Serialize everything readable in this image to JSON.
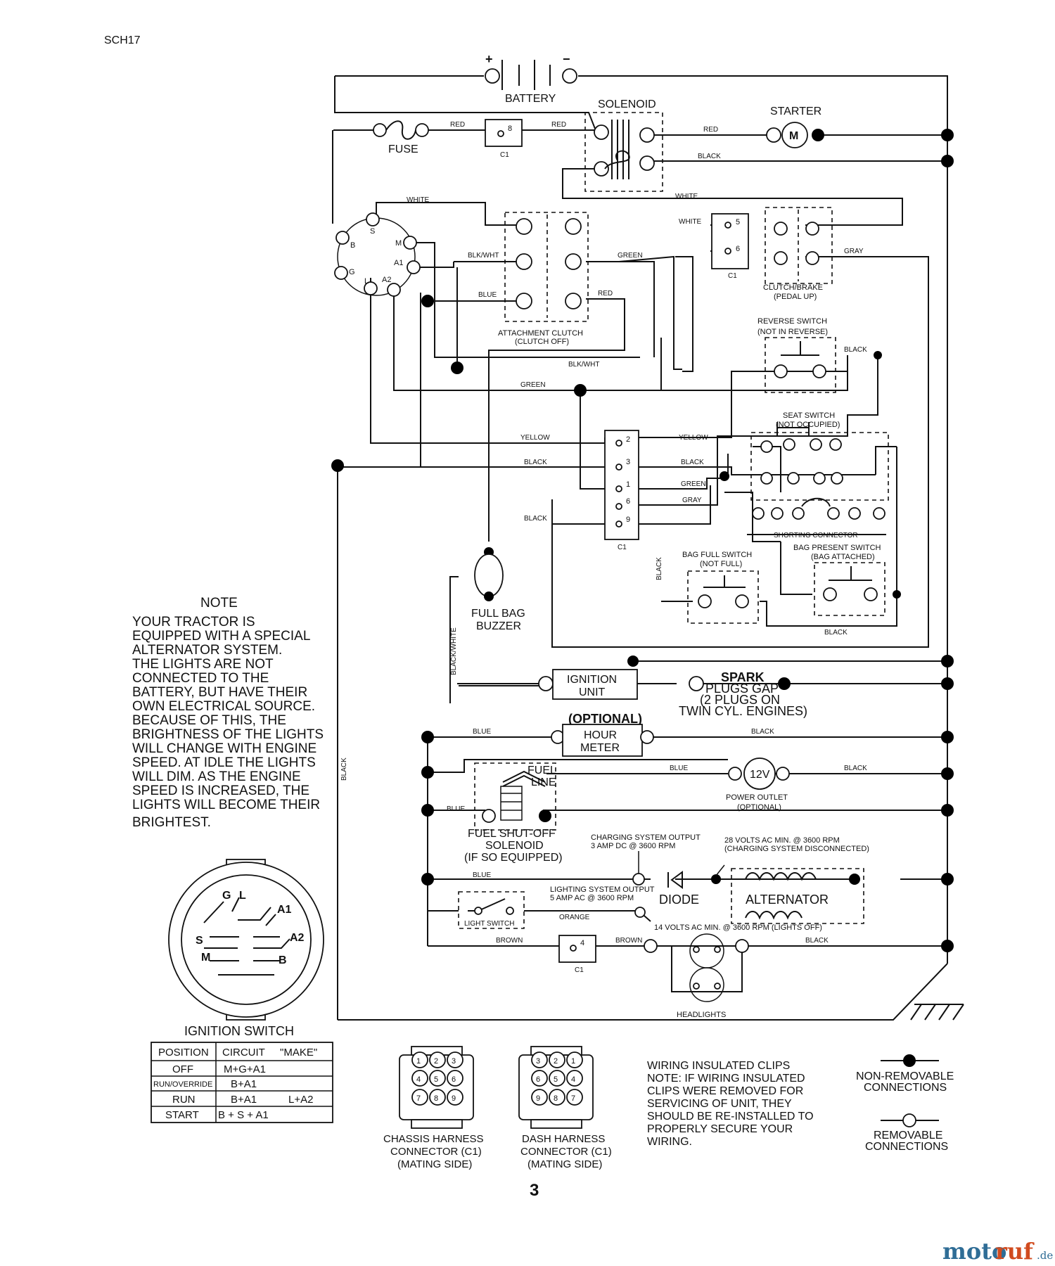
{
  "page_code": "SCH17",
  "page_number": "3",
  "watermark": {
    "a": "moto",
    "b": "ruf",
    "c": ".de"
  },
  "components": {
    "battery": "BATTERY",
    "battery_plus": "+",
    "battery_minus": "−",
    "solenoid": "SOLENOID",
    "starter": "STARTER",
    "starter_symbol": "M",
    "fuse": "FUSE",
    "attachment_clutch": [
      "ATTACHMENT CLUTCH",
      "(CLUTCH OFF)"
    ],
    "clutch_brake": [
      "CLUTCH/BRAKE",
      "(PEDAL UP)"
    ],
    "reverse_switch": [
      "REVERSE SWITCH",
      "(NOT IN REVERSE)"
    ],
    "seat_switch": [
      "SEAT SWITCH",
      "(NOT OCCUPIED)"
    ],
    "shorting_connector": "SHORTING CONNECTOR",
    "bag_full_switch": [
      "BAG FULL SWITCH",
      "(NOT FULL)"
    ],
    "bag_present_switch": [
      "BAG PRESENT SWITCH",
      "(BAG ATTACHED)"
    ],
    "full_bag_buzzer": [
      "FULL BAG",
      "BUZZER"
    ],
    "ignition_unit": [
      "IGNITION",
      "UNIT"
    ],
    "spark_plugs": [
      "SPARK",
      "PLUGS GAP",
      "(2 PLUGS ON",
      "TWIN CYL. ENGINES)"
    ],
    "optional": "(OPTIONAL)",
    "hour_meter": [
      "HOUR",
      "METER"
    ],
    "fuel_line": [
      "FUEL",
      "LINE"
    ],
    "fuel_solenoid": [
      "FUEL SHUT-OFF",
      "SOLENOID",
      "(IF SO EQUIPPED)"
    ],
    "power_outlet": [
      "POWER OUTLET",
      "(OPTIONAL)"
    ],
    "outlet_symbol": "12V",
    "charging_output": [
      "CHARGING SYSTEM OUTPUT",
      "3 AMP DC @ 3600 RPM"
    ],
    "ac_28v": [
      "28 VOLTS AC MIN. @ 3600 RPM",
      "(CHARGING SYSTEM DISCONNECTED)"
    ],
    "diode": "DIODE",
    "alternator": "ALTERNATOR",
    "lighting_output": [
      "LIGHTING SYSTEM OUTPUT",
      "5 AMP AC @ 3600 RPM"
    ],
    "light_switch": "LIGHT SWITCH",
    "ac_14v": "14 VOLTS AC MIN. @ 3600 RPM (LIGHTS OFF)",
    "headlights": "HEADLIGHTS",
    "c1": "C1",
    "ignition_terminals": [
      "S",
      "M",
      "B",
      "A1",
      "G",
      "L",
      "A2"
    ]
  },
  "wire_colors": {
    "red": "RED",
    "black": "BLACK",
    "white": "WHITE",
    "green": "GREEN",
    "gray": "GRAY",
    "blue": "BLUE",
    "yellow": "YELLOW",
    "blkwht": "BLK/WHT",
    "blkwht2": "BLACK/WHITE",
    "orange": "ORANGE",
    "brown": "BROWN"
  },
  "pins": [
    "8",
    "5",
    "6",
    "2",
    "3",
    "1",
    "6",
    "9",
    "4"
  ],
  "note": {
    "title": "NOTE",
    "lines": [
      "YOUR TRACTOR IS",
      "EQUIPPED WITH A SPECIAL",
      "ALTERNATOR SYSTEM.",
      "THE LIGHTS ARE NOT",
      "CONNECTED TO THE",
      "BATTERY, BUT HAVE THEIR",
      "OWN ELECTRICAL SOURCE.",
      "BECAUSE OF THIS, THE",
      "BRIGHTNESS OF THE LIGHTS",
      "WILL CHANGE WITH ENGINE",
      "SPEED.  AT IDLE THE LIGHTS",
      "WILL DIM.  AS THE ENGINE",
      "SPEED IS INCREASED,  THE",
      "LIGHTS WILL BECOME THEIR",
      "BRIGHTEST."
    ]
  },
  "ignition_switch": {
    "title": "IGNITION SWITCH",
    "face_labels": [
      "G",
      "L",
      "A1",
      "A2",
      "S",
      "M",
      "B"
    ],
    "table": {
      "headers": [
        "POSITION",
        "CIRCUIT",
        "\"MAKE\""
      ],
      "rows": [
        [
          "OFF",
          "M+G+A1",
          ""
        ],
        [
          "RUN/OVERRIDE",
          "B+A1",
          ""
        ],
        [
          "RUN",
          "B+A1",
          "L+A2"
        ],
        [
          "START",
          "B + S + A1",
          ""
        ]
      ]
    }
  },
  "connectors": {
    "chassis": {
      "label": [
        "CHASSIS HARNESS",
        "CONNECTOR (C1)",
        "(MATING SIDE)"
      ],
      "pins": [
        "1",
        "2",
        "3",
        "4",
        "5",
        "6",
        "7",
        "8",
        "9"
      ]
    },
    "dash": {
      "label": [
        "DASH HARNESS",
        "CONNECTOR (C1)",
        "(MATING SIDE)"
      ],
      "pins": [
        "3",
        "2",
        "1",
        "6",
        "5",
        "4",
        "9",
        "8",
        "7"
      ]
    }
  },
  "clips_note": [
    "WIRING INSULATED CLIPS",
    "NOTE: IF WIRING INSULATED",
    "CLIPS WERE REMOVED FOR",
    "SERVICING OF UNIT, THEY",
    "SHOULD BE RE-INSTALLED TO",
    "PROPERLY SECURE YOUR",
    "WIRING."
  ],
  "legend": {
    "non_removable": [
      "NON-REMOVABLE",
      "CONNECTIONS"
    ],
    "removable": [
      "REMOVABLE",
      "CONNECTIONS"
    ]
  }
}
